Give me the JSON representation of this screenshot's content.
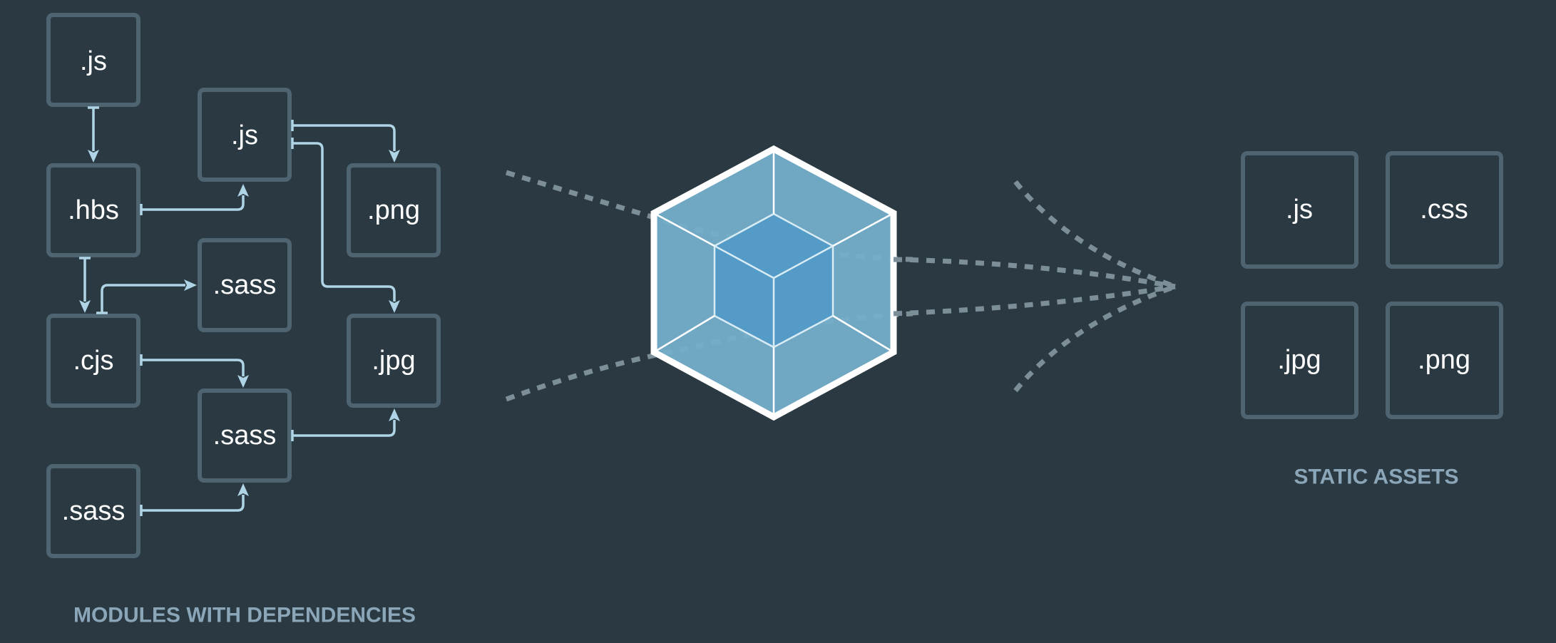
{
  "modules": {
    "caption": "MODULES WITH DEPENDENCIES",
    "files": [
      ".js",
      ".hbs",
      ".cjs",
      ".sass",
      ".js",
      ".sass",
      ".sass",
      ".png",
      ".jpg"
    ]
  },
  "bundler": {
    "icon": "webpack-cube-icon",
    "colors": {
      "outer_face": "#75afcc",
      "inner_cube": "#559bc8",
      "outline": "#ffffff"
    }
  },
  "assets": {
    "caption": "STATIC ASSETS",
    "files": [
      ".js",
      ".css",
      ".jpg",
      ".png"
    ]
  },
  "colors": {
    "background": "#2b3a42",
    "box_border": "#4e6470",
    "dependency_line": "#aed4e6",
    "flow_line": "#7c8e97",
    "caption": "#8aa6b8"
  }
}
